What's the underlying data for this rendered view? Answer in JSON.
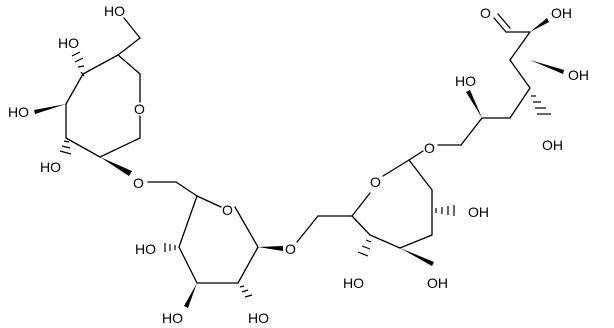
{
  "molecule": {
    "labels": {
      "top_glc": {
        "c6_oh": "HO",
        "c4_oh": "HO",
        "c3_oh": "HO",
        "c2_oh": "HO",
        "ring_o": "O",
        "glyco_o": "O"
      },
      "mid_glc": {
        "ring_o": "O",
        "c4_oh": "HO",
        "c3_oh": "HO",
        "c2_oh": "HO",
        "glyco_o": "O"
      },
      "right_glc": {
        "ring_o": "O",
        "c2_oh": "OH",
        "c3_oh": "OH",
        "c4_oh": "HO",
        "glyco_o": "O"
      },
      "open_chain": {
        "aldehyde_o": "O",
        "c2_oh": "OH",
        "c3_oh": "OH",
        "c4_oh": "OH",
        "c5_oh": "HO"
      }
    }
  }
}
